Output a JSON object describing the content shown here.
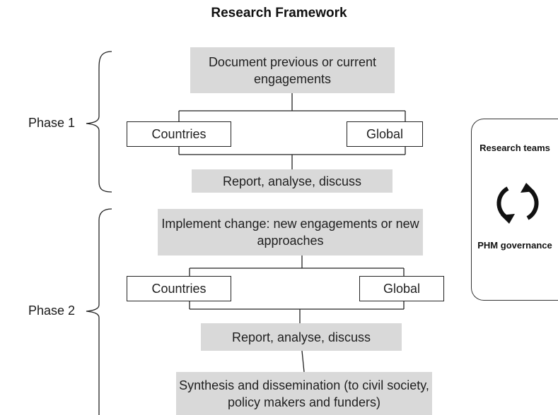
{
  "title": "Research Framework",
  "phases": {
    "phase1_label": "Phase 1",
    "phase2_label": "Phase 2"
  },
  "phase1": {
    "document": "Document previous or current engagements",
    "countries": "Countries",
    "global": "Global",
    "report": "Report, analyse, discuss"
  },
  "phase2": {
    "implement": "Implement change: new engagements or new approaches",
    "countries": "Countries",
    "global": "Global",
    "report": "Report, analyse, discuss",
    "synthesis": "Synthesis and dissemination (to civil society, policy makers and funders)"
  },
  "side_panel": {
    "top_label": "Research teams",
    "bottom_label": "PHM governance",
    "icon": "cycle-arrows-icon"
  },
  "colors": {
    "box_fill": "#d9d9d9",
    "line": "#222222"
  }
}
